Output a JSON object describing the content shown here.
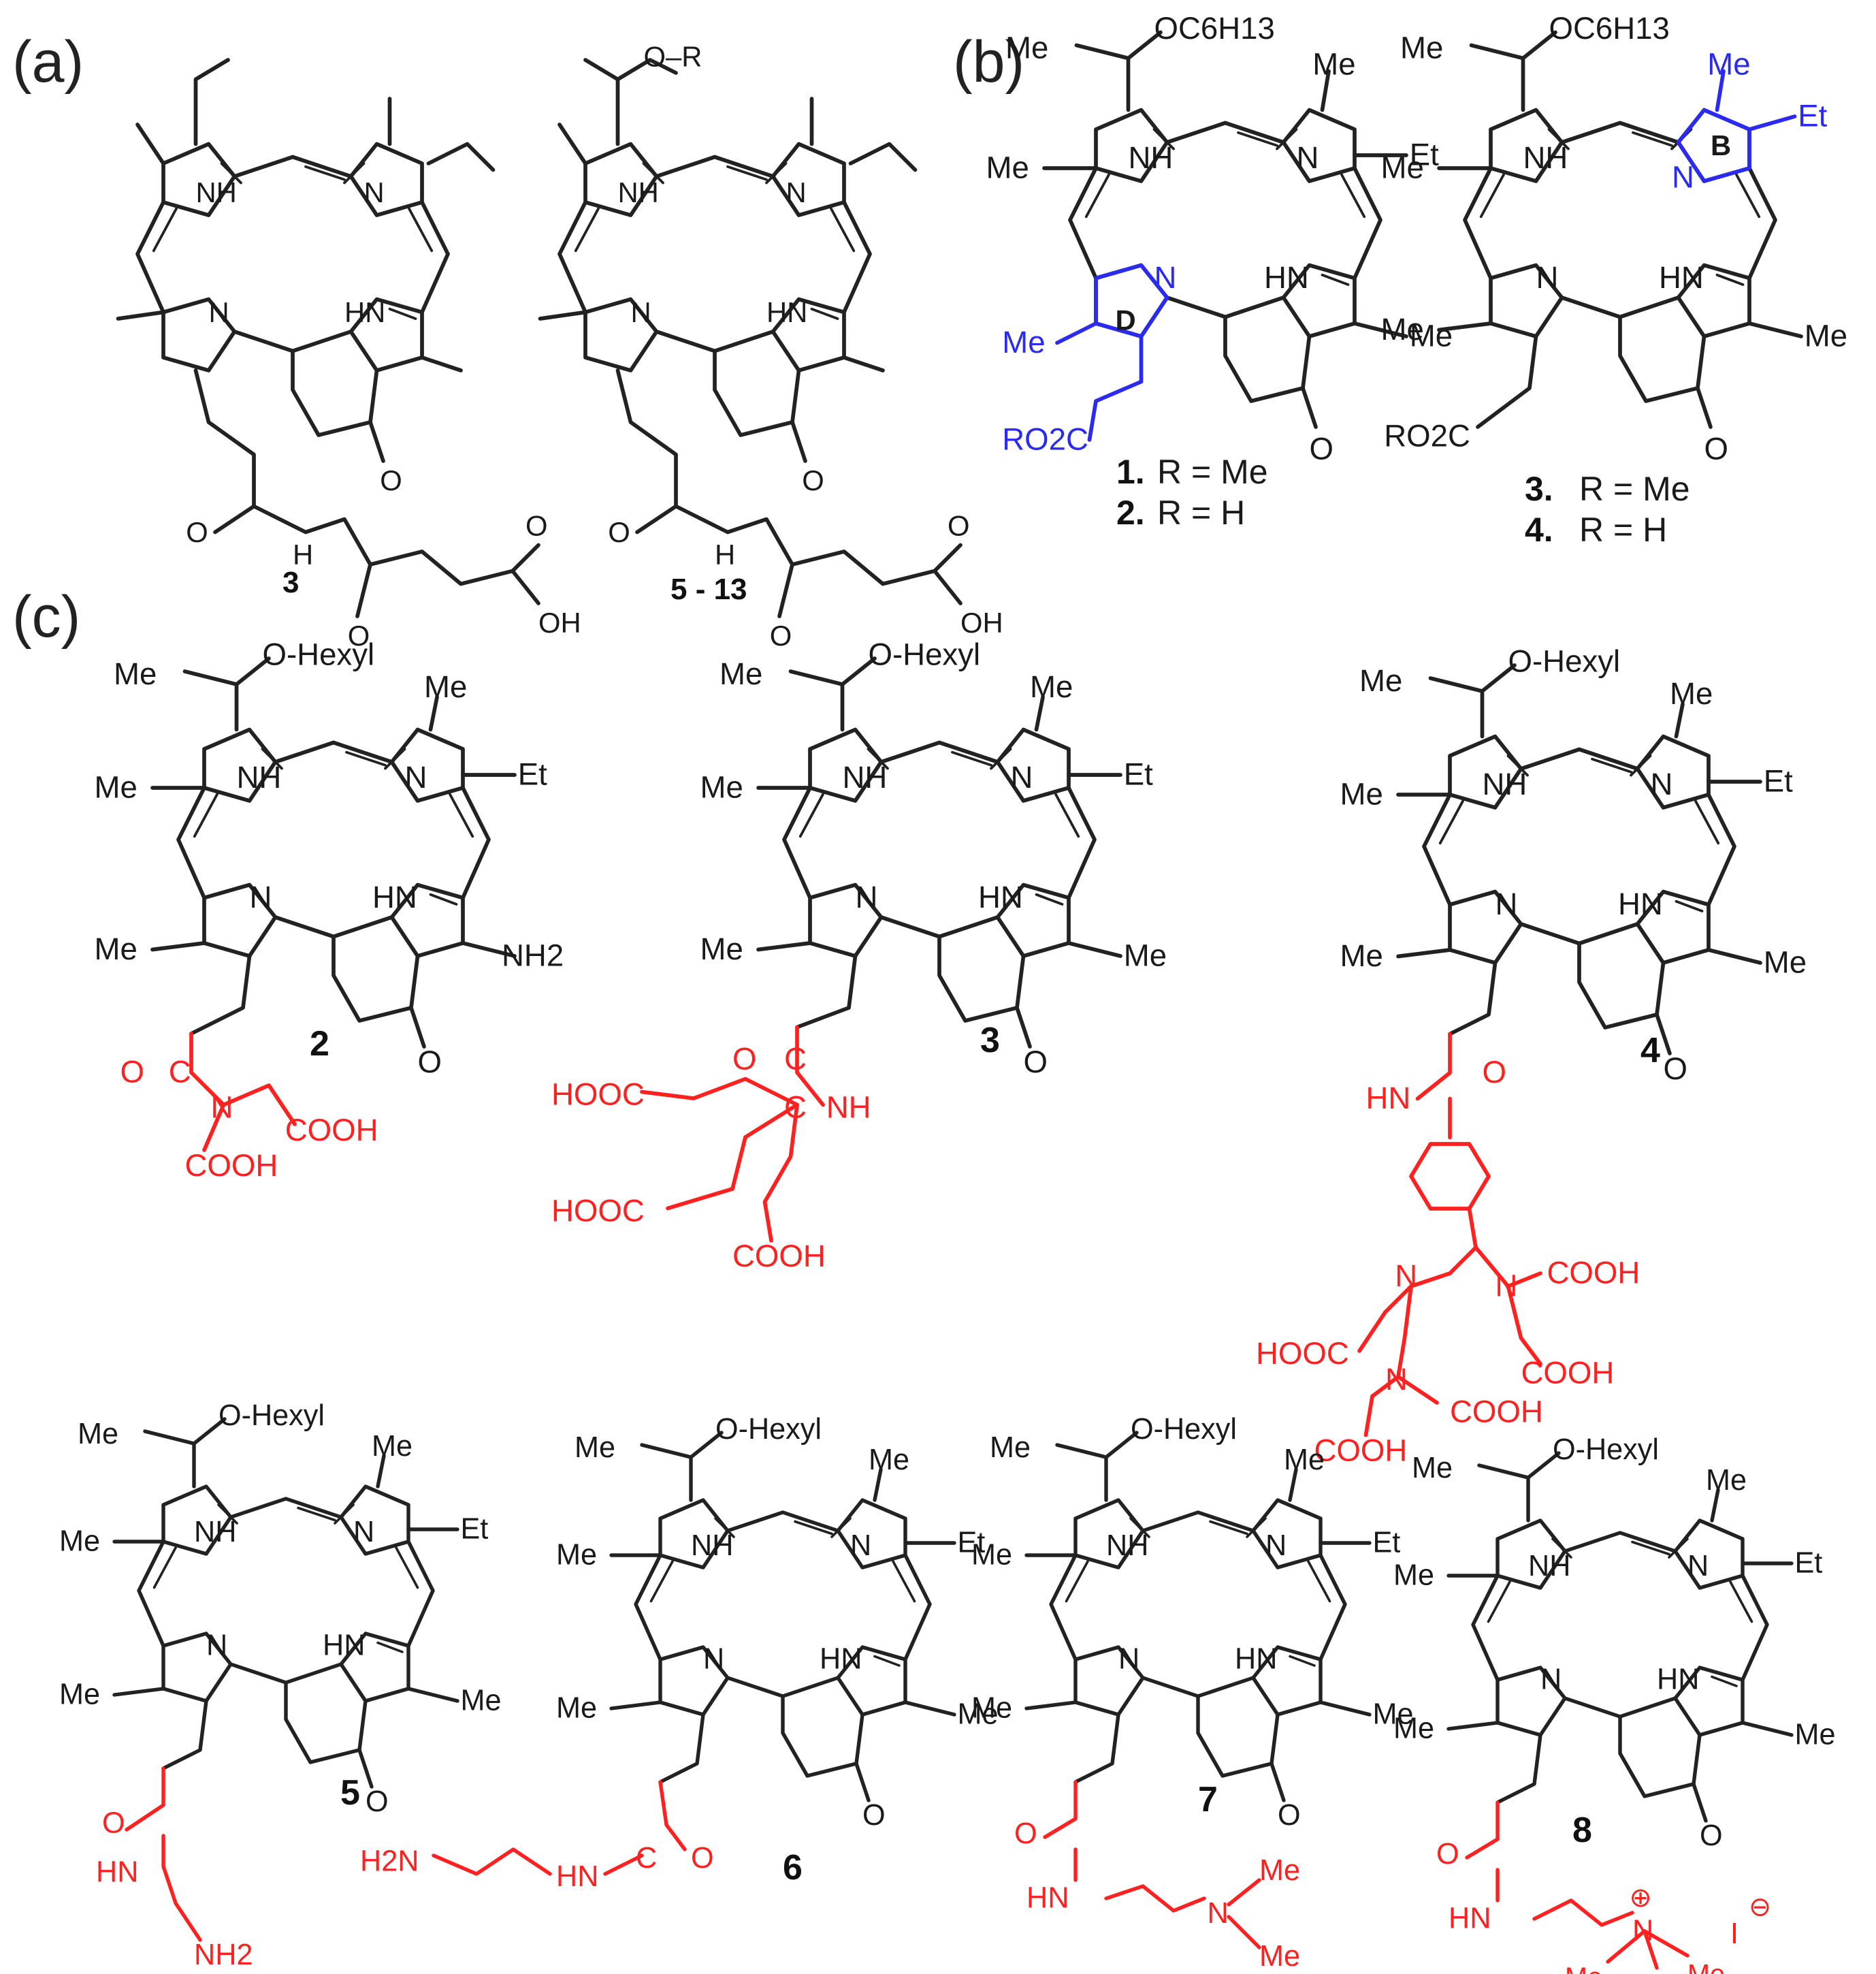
{
  "panels": {
    "a": "(a)",
    "b": "(b)",
    "c": "(c)"
  },
  "colors": {
    "ink": "#222222",
    "red": "#ff2020",
    "blue": "#2a2af0"
  },
  "atoms": {
    "NH": "NH",
    "N": "N",
    "HN": "HN",
    "O": "O",
    "OH": "OH",
    "H": "H",
    "Me": "Me",
    "Et": "Et",
    "OR": "O–R",
    "OC6H13": "OC6H13",
    "OHexyl": "O-Hexyl",
    "NH2": "NH2",
    "RO2C": "RO2C",
    "COOH": "COOH",
    "HOOC": "HOOC",
    "C": "C",
    "B": "B",
    "D": "D",
    "I": "I",
    "plus": "⊕",
    "minus": "⊖",
    "H2N": "H2N"
  },
  "panel_a": {
    "labels": [
      "3",
      "5 - 13"
    ]
  },
  "panel_b": {
    "left": {
      "nums": [
        "1.",
        "2."
      ],
      "rs": [
        "R = Me",
        "R = H"
      ]
    },
    "right": {
      "nums": [
        "3.",
        "4."
      ],
      "rs": [
        "R = Me",
        "R = H"
      ]
    }
  },
  "panel_c": {
    "compounds": [
      "2",
      "3",
      "4",
      "5",
      "6",
      "7",
      "8"
    ]
  }
}
